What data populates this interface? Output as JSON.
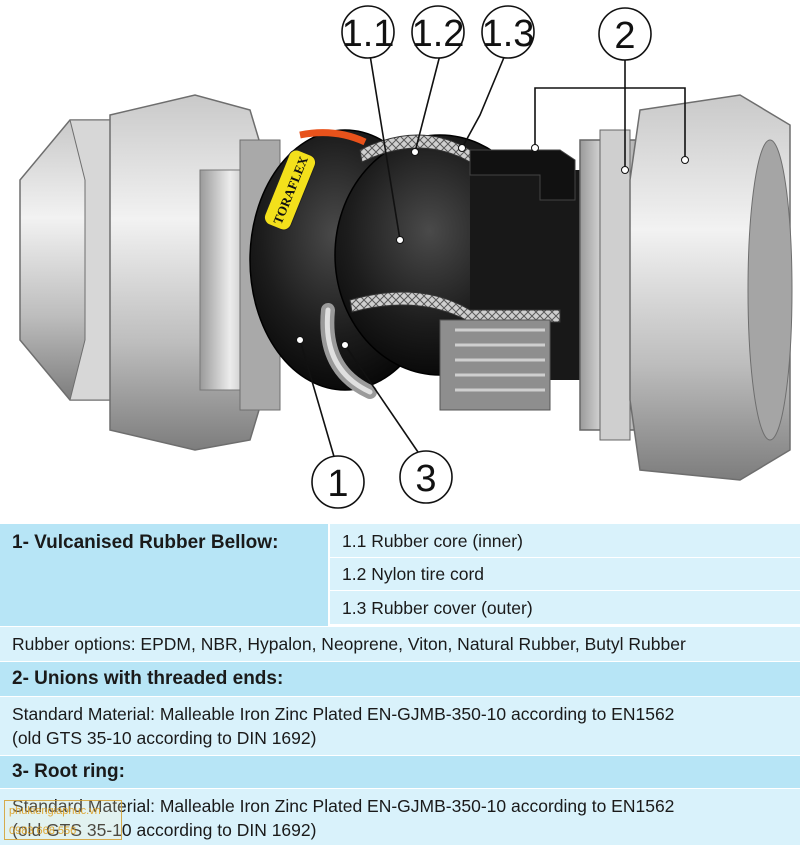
{
  "diagram": {
    "callouts": [
      {
        "id": "c1_1",
        "label": "1.1"
      },
      {
        "id": "c1_2",
        "label": "1.2"
      },
      {
        "id": "c1_3",
        "label": "1.3"
      },
      {
        "id": "c2",
        "label": "2"
      },
      {
        "id": "c1",
        "label": "1"
      },
      {
        "id": "c3",
        "label": "3"
      }
    ],
    "brand_label": "TORAFLEX",
    "colors": {
      "rubber": "#1a1a1a",
      "metal_light": "#e4e4e4",
      "metal_dark": "#8e8e8e",
      "brand_yellow": "#f3e01b",
      "accent_orange": "#e8521b",
      "table_light": "#d9f2fb",
      "table_mid": "#b7e5f6"
    }
  },
  "table": {
    "section1": {
      "header": "1- Vulcanised Rubber Bellow:",
      "items": [
        "1.1 Rubber core (inner)",
        "1.2 Nylon tire cord",
        "1.3 Rubber cover (outer)"
      ],
      "options": "Rubber options: EPDM, NBR, Hypalon, Neoprene, Viton, Natural Rubber, Butyl Rubber"
    },
    "section2": {
      "header": "2- Unions with threaded ends:",
      "line1": "Standard Material: Malleable Iron Zinc Plated EN-GJMB-350-10 according to EN1562",
      "line2": "(old GTS 35-10 according to DIN 1692)"
    },
    "section3": {
      "header": "3- Root ring:",
      "line1": "Standard Material: Malleable Iron Zinc Plated EN-GJMB-350-10 according to EN1562",
      "line2": "(old GTS 35-10 according to DIN 1692)"
    }
  },
  "watermark": {
    "line1": "phukiengiaphuc.vn",
    "line2": "0983 668 556"
  }
}
